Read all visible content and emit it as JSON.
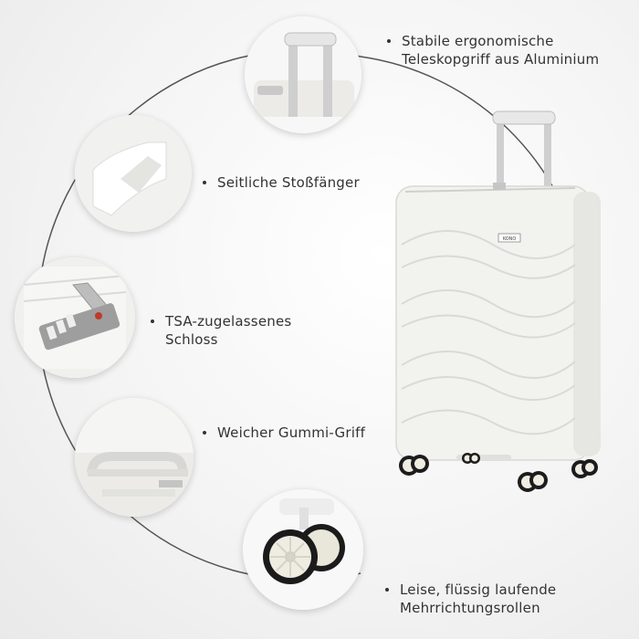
{
  "features": [
    {
      "id": "handle",
      "lines": [
        "Stabile ergonomische",
        "Teleskopgriff aus Aluminium"
      ]
    },
    {
      "id": "bumper",
      "lines": [
        "Seitliche Stoßfänger"
      ]
    },
    {
      "id": "lock",
      "lines": [
        "TSA-zugelassenes",
        "Schloss"
      ]
    },
    {
      "id": "grip",
      "lines": [
        "Weicher Gummi-Griff"
      ]
    },
    {
      "id": "wheels",
      "lines": [
        "Leise, flüssig laufende",
        "Mehrrichtungsrollen"
      ]
    }
  ],
  "product": {
    "brand_badge": "KONO",
    "color": "#f2f2ef",
    "accent": "#d8d8d3"
  }
}
